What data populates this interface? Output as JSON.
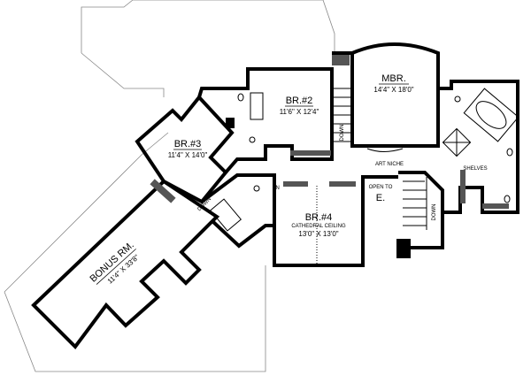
{
  "plan": {
    "rooms": {
      "mbr": {
        "name": "MBR.",
        "size": "14'4\" X 18'0\""
      },
      "br2": {
        "name": "BR.#2",
        "size": "11'6\" X 12'4\""
      },
      "br3": {
        "name": "BR.#3",
        "size": "11'4\" X 14'0\""
      },
      "br4": {
        "name": "BR.#4",
        "note": "CATHEDRAL CEILING",
        "size": "13'0\" X 13'0\""
      },
      "bonus": {
        "name": "BONUS RM.",
        "size": "11'4\" X 33'8\""
      }
    },
    "labels": {
      "art_niche": "ART NICHE",
      "open_to_1": "OPEN TO",
      "open_to_2": "E.",
      "shelves": "SHELVES",
      "down": "DOWN",
      "ln": "LN"
    },
    "colors": {
      "wall": "#000000",
      "roof_line": "#888888"
    }
  }
}
